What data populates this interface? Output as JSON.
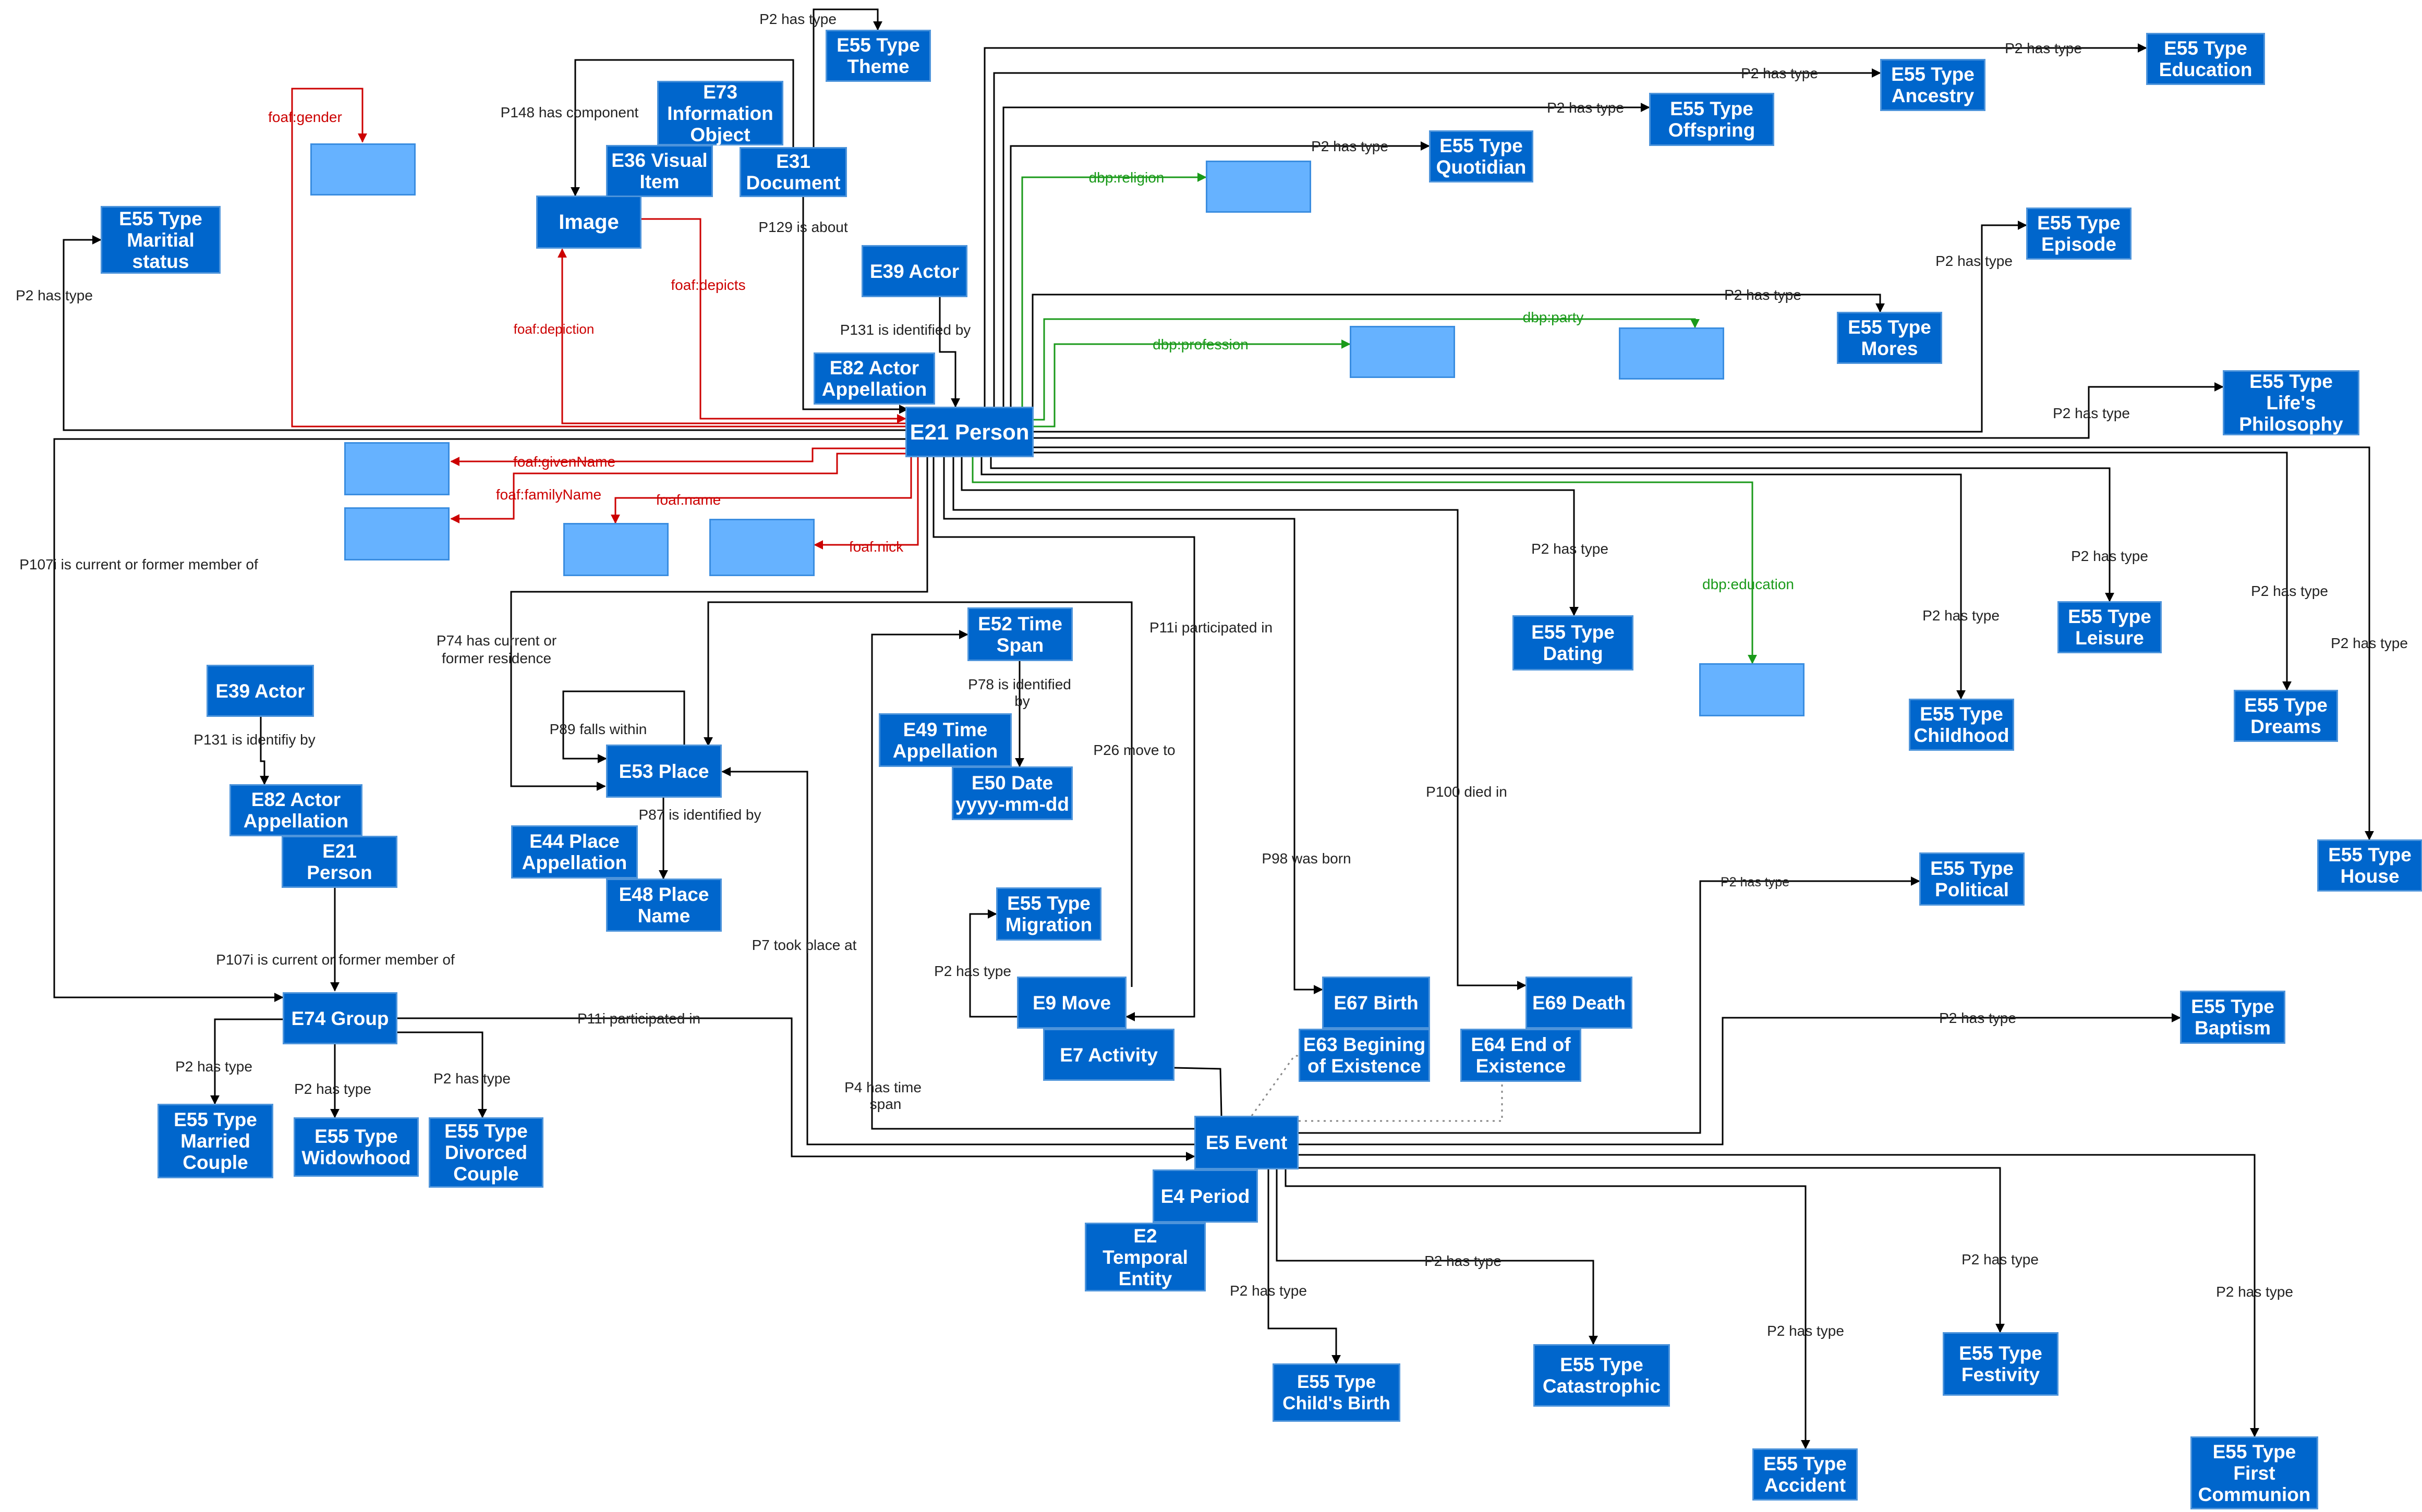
{
  "colors": {
    "node_fill": "#0066cc",
    "node_border": "#4d94db",
    "literal_fill": "#66b2ff",
    "black_edge": "#000000",
    "red_edge": "#cc0000",
    "green_edge": "#1a9a1a",
    "dotted_edge": "#888888"
  },
  "nodes": {
    "e21": "E21 Person",
    "e55_maritial": "E55 Type\nMaritial\nstatus",
    "image": "Image",
    "e36": "E36 Visual\nItem",
    "e73": "E73\nInformation\nObject",
    "e31": "E31\nDocument",
    "e55_theme": "E55 Type\nTheme",
    "e39_top": "E39 Actor",
    "e82_top": "E82 Actor\nAppellation",
    "e55_education": "E55 Type\nEducation",
    "e55_ancestry": "E55 Type\nAncestry",
    "e55_offspring": "E55 Type\nOffspring",
    "e55_quotidian": "E55 Type\nQuotidian",
    "e55_episode": "E55 Type\nEpisode",
    "e55_mores": "E55 Type\nMores",
    "e55_philosophy": "E55 Type\nLife's\nPhilosophy",
    "e55_dating": "E55 Type\nDating",
    "e55_childhood": "E55 Type\nChildhood",
    "e55_leisure": "E55 Type\nLeisure",
    "e55_dreams": "E55 Type\nDreams",
    "e55_house": "E55 Type\nHouse",
    "e39_left": "E39 Actor",
    "e82_left": "E82 Actor\nAppellation",
    "e21_left": "E21\nPerson",
    "e74": "E74 Group",
    "e55_married": "E55 Type\nMarried\nCouple",
    "e55_widowhood": "E55 Type\nWidowhood",
    "e55_divorced": "E55 Type\nDivorced\nCouple",
    "e53": "E53 Place",
    "e44": "E44 Place\nAppellation",
    "e48": "E48 Place\nName",
    "e52": "E52 Time\nSpan",
    "e49": "E49 Time\nAppellation",
    "e50": "E50 Date\nyyyy-mm-dd",
    "e55_migration": "E55 Type\nMigration",
    "e9": "E9 Move",
    "e7": "E7 Activity",
    "e67": "E67 Birth",
    "e63": "E63 Begining\nof Existence",
    "e69": "E69 Death",
    "e64": "E64 End of\nExistence",
    "e5": "E5 Event",
    "e4": "E4 Period",
    "e2": "E2\nTemporal\nEntity",
    "e55_political": "E55 Type\nPolitical",
    "e55_baptism": "E55 Type\nBaptism",
    "e55_childsbirth": "E55 Type\nChild's Birth",
    "e55_catastrophic": "E55 Type\nCatastrophic",
    "e55_accident": "E55 Type\nAccident",
    "e55_festivity": "E55 Type\nFestivity",
    "e55_communion": "E55 Type\nFirst\nCommunion"
  },
  "edge_labels": {
    "gender": "foaf:gender",
    "p148": "P148 has component",
    "p2_theme": "P2 has type",
    "p2_maritial": "P2 has type",
    "p129": "P129 is about",
    "depicts": "foaf:depicts",
    "depiction": "foaf:depiction",
    "p131_top": "P131 is identified by",
    "p2_education": "P2 has type",
    "p2_ancestry": "P2 has type",
    "p2_offspring": "P2 has type",
    "p2_quotidian": "P2 has type",
    "religion": "dbp:religion",
    "p2_episode": "P2 has type",
    "p2_mores": "P2 has type",
    "party": "dbp:party",
    "profession": "dbp:profession",
    "p2_philosophy": "P2 has type",
    "givenName": "foaf:givenName",
    "familyName": "foaf:familyName",
    "name": "foaf:name",
    "nick": "foaf:nick",
    "p107i_top": "P107i is current or former member of",
    "p74": "P74 has current or\nformer residence",
    "p11i_top": "P11i participated in",
    "p2_dating": "P2 has type",
    "education": "dbp:education",
    "p2_childhood": "P2 has type",
    "p2_leisure": "P2 has type",
    "p2_dreams": "P2 has type",
    "p2_house": "P2 has type",
    "p131_left": "P131 is identifiy by",
    "p89": "P89 falls within",
    "p87": "P87 is identified by",
    "p78": "P78 is identified\nby",
    "p26": "P26 move to",
    "p100": "P100 died in",
    "p98": "P98 was born",
    "p107i_left": "P107i is current or former member of",
    "p11i_group": "P11i participated in",
    "p7": "P7 took place at",
    "p2_migration": "P2 has type",
    "p2_married": "P2 has type",
    "p2_widowhood": "P2 has type",
    "p2_divorced": "P2 has type",
    "p4": "P4 has time\nspan",
    "p2_political": "P2 has type",
    "p2_baptism": "P2 has type",
    "p2_catastrophic": "P2 has type",
    "p2_childsbirth": "P2 has type",
    "p2_accident": "P2 has type",
    "p2_festivity": "P2 has type",
    "p2_communion": "P2 has type"
  }
}
